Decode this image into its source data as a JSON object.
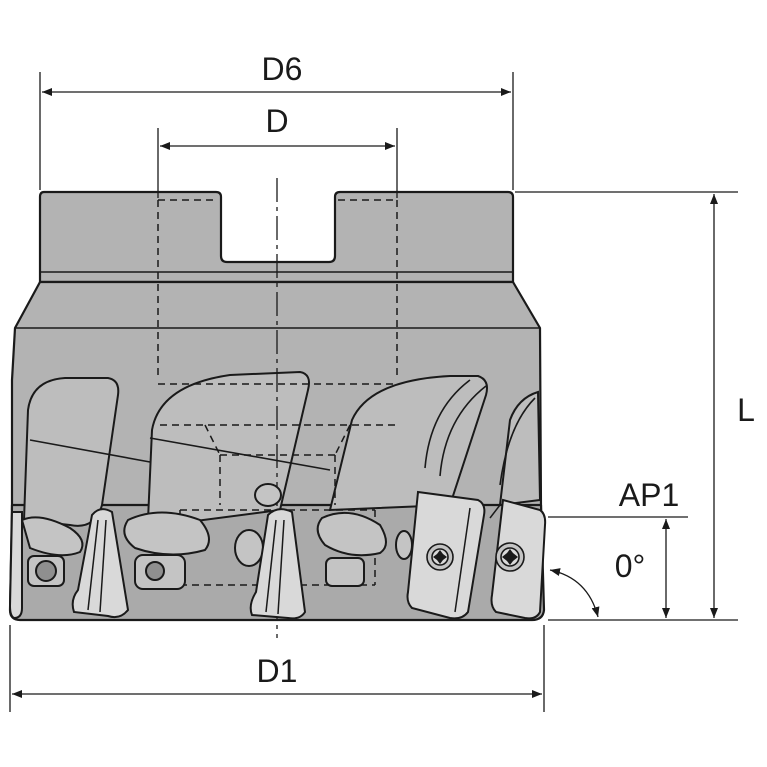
{
  "labels": {
    "d6": "D6",
    "d": "D",
    "l": "L",
    "ap1": "AP1",
    "angle": "0°",
    "d1": "D1"
  },
  "colors": {
    "body": "#b3b3b3",
    "body_dark": "#9a9a9a",
    "body_light": "#c4c4c4",
    "insert": "#d9d9d9",
    "line": "#1a1a1a",
    "background": "#ffffff"
  }
}
